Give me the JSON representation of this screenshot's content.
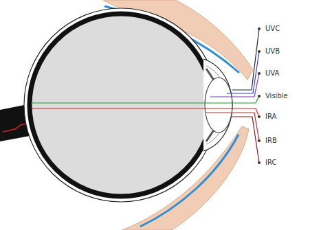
{
  "diagram": {
    "labels": [
      "UVC",
      "UVB",
      "UVA",
      "Visible",
      "IRA",
      "IRB",
      "IRC"
    ]
  }
}
